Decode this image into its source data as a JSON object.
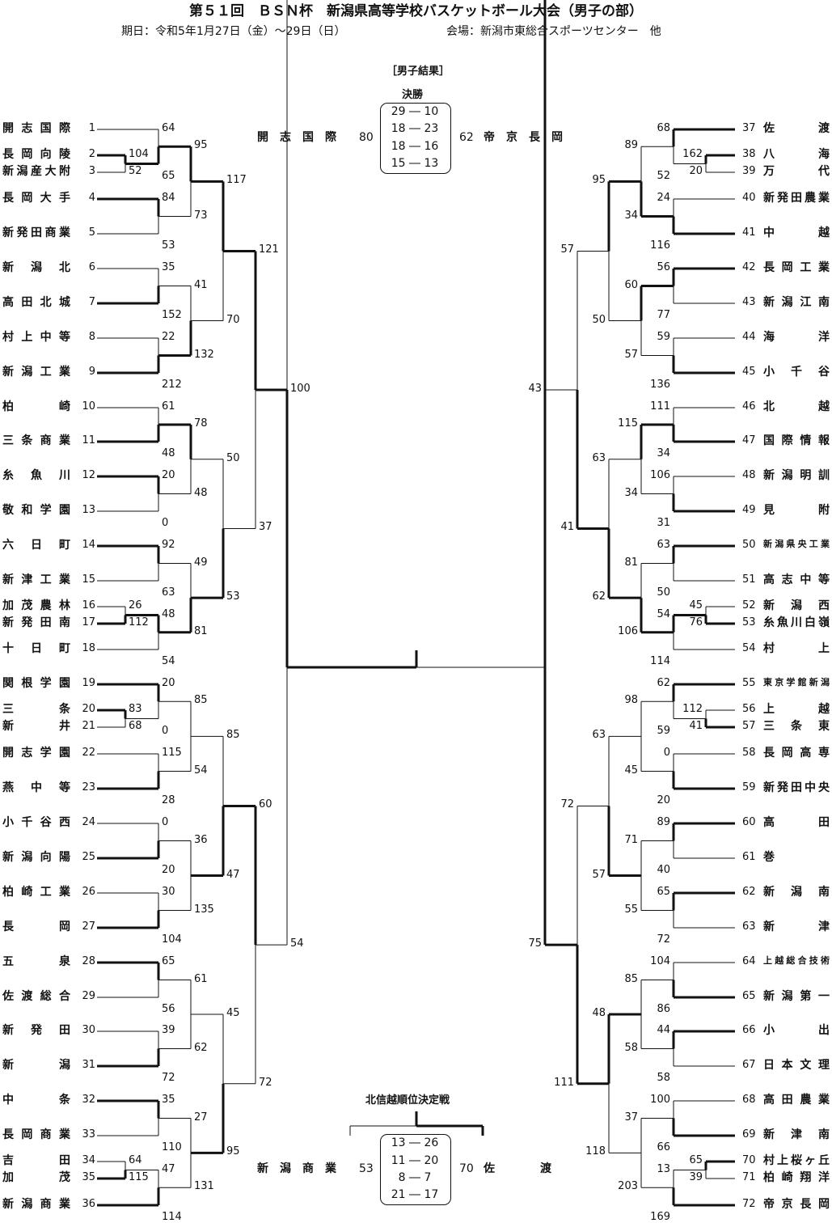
{
  "header": {
    "title": "第５１回　ＢＳＮ杯　新潟県高等学校バスケットボール大会（男子の部）",
    "date": "期日：令和5年1月27日（金）〜29日（日）",
    "venue": "会場：新潟市東総合スポーツセンター　他"
  },
  "results_label": "［男子結果］",
  "final": {
    "label": "決勝",
    "left_team": "開　志　国　際",
    "left_score": "80",
    "right_score": "62",
    "right_team": "帝　京　長　岡",
    "periods": [
      "29 ― 10",
      "18 ― 23",
      "18 ― 16",
      "15 ― 13"
    ]
  },
  "third_place": {
    "label": "北信越順位決定戦",
    "left_team": "新　潟　商　業",
    "left_score": "53",
    "right_score": "70",
    "right_team": "佐　　　　渡",
    "periods": [
      "13 ― 26",
      "11 ― 20",
      "8 ― 7",
      "21 ― 17"
    ]
  },
  "teams_left": [
    "開志国際",
    "長岡向陵",
    "新潟産大附",
    "長岡大手",
    "新発田商業",
    "新潟北",
    "高田北城",
    "村上中等",
    "新潟工業",
    "柏崎",
    "三条商業",
    "糸魚川",
    "敬和学園",
    "六日町",
    "新津工業",
    "加茂農林",
    "新発田南",
    "十日町",
    "関根学園",
    "三条",
    "新井",
    "開志学園",
    "燕中等",
    "小千谷西",
    "新潟向陽",
    "柏崎工業",
    "長岡",
    "五泉",
    "佐渡総合",
    "新発田",
    "新潟",
    "中条",
    "長岡商業",
    "吉田",
    "加茂",
    "新潟商業"
  ],
  "teams_right": [
    "佐渡",
    "八海",
    "万代",
    "新発田農業",
    "中越",
    "長岡工業",
    "新潟江南",
    "海洋",
    "小千谷",
    "北越",
    "国際情報",
    "新潟明訓",
    "見附",
    "新潟県央工業",
    "高志中等",
    "新潟西",
    "糸魚川白嶺",
    "村上",
    "東京学館新潟",
    "上越",
    "三条東",
    "長岡高専",
    "新発田中央",
    "高田",
    "巻",
    "新潟南",
    "新津",
    "上越総合技術",
    "新潟第一",
    "小出",
    "日本文理",
    "高田農業",
    "新津南",
    "村上桜ヶ丘",
    "柏崎翔洋",
    "帝京長岡"
  ],
  "scores": {
    "L1": [
      "104",
      "52",
      "64",
      "65",
      "84",
      "53",
      "35",
      "152",
      "22",
      "212",
      "61",
      "48",
      "20",
      "0",
      "92",
      "63",
      "26",
      "112",
      "48",
      "54",
      "83",
      "68",
      "20",
      "0",
      "115",
      "28",
      "0",
      "20",
      "30",
      "104",
      "65",
      "56",
      "39",
      "72",
      "35",
      "110",
      "64",
      "115",
      "47",
      "114"
    ],
    "L2": [
      "95",
      "73",
      "41",
      "132",
      "78",
      "48",
      "49",
      "81",
      "85",
      "54",
      "36",
      "135",
      "61",
      "62",
      "27",
      "131"
    ],
    "L3": [
      "117",
      "70",
      "50",
      "53",
      "85",
      "47",
      "45",
      "95"
    ],
    "L4": [
      "121",
      "37",
      "60",
      "72"
    ],
    "L5": [
      "100",
      "54"
    ],
    "R1": [
      "162",
      "20",
      "68",
      "52",
      "24",
      "116",
      "56",
      "77",
      "59",
      "136",
      "111",
      "34",
      "106",
      "31",
      "63",
      "50",
      "45",
      "76",
      "54",
      "114",
      "112",
      "41",
      "62",
      "59",
      "0",
      "20",
      "89",
      "40",
      "65",
      "72",
      "104",
      "86",
      "44",
      "58",
      "100",
      "66",
      "65",
      "39",
      "13",
      "169"
    ],
    "R2": [
      "89",
      "34",
      "60",
      "57",
      "115",
      "34",
      "81",
      "106",
      "98",
      "45",
      "71",
      "55",
      "85",
      "58",
      "37",
      "203"
    ],
    "R3": [
      "95",
      "50",
      "63",
      "62",
      "63",
      "57",
      "48",
      "118"
    ],
    "R4": [
      "57",
      "41",
      "72",
      "111"
    ],
    "R5": [
      "43",
      "75"
    ]
  }
}
